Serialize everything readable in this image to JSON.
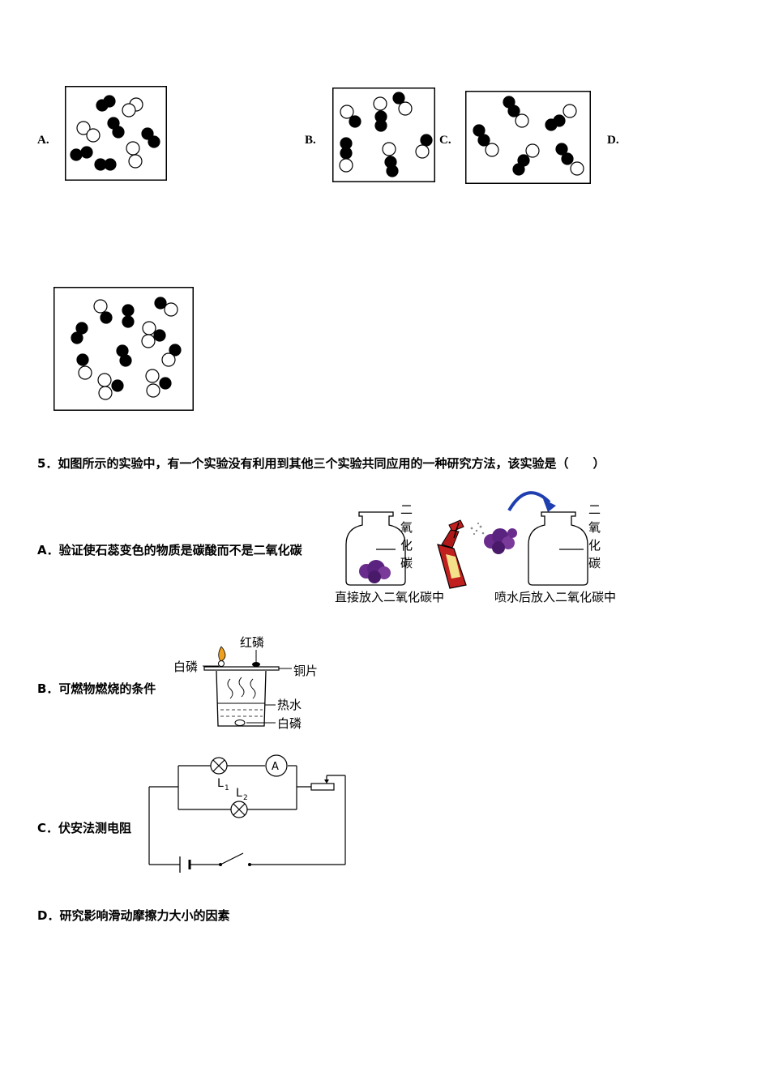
{
  "options_row1": {
    "a_label": "A.",
    "b_label": "B.",
    "c_label": "C.",
    "d_label": "D."
  },
  "question5": {
    "stem": "5．如图所示的实验中，有一个实验没有利用到其他三个实验共同应用的一种研究方法，该实验是（　　）",
    "option_a": "A．验证使石蕊变色的物质是碳酸而不是二氧化碳",
    "option_b": "B．可燃物燃烧的条件",
    "option_c": "C．伏安法测电阻",
    "option_d": "D．研究影响滑动摩擦力大小的因素",
    "fig_a": {
      "gas_chars": [
        "二",
        "氧",
        "化",
        "碳"
      ],
      "caption_left": "直接放入二氧化碳中",
      "caption_right": "喷水后放入二氧化碳中"
    },
    "fig_b": {
      "red_p": "红磷",
      "white_p_top": "白磷",
      "copper": "铜片",
      "hot_water": "热水",
      "white_p_bottom": "白磷"
    },
    "fig_c": {
      "ammeter": "A",
      "l1": "L",
      "l1_sub": "1",
      "l2": "L",
      "l2_sub": "2"
    }
  }
}
